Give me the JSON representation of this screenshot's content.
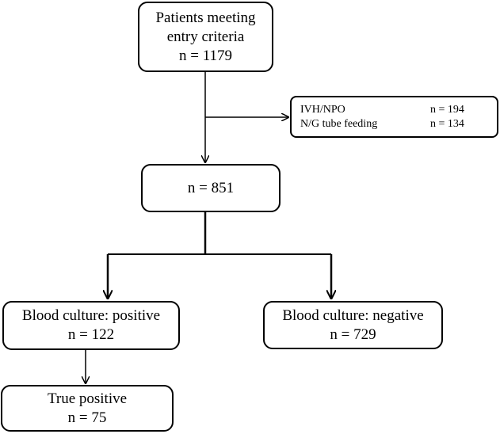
{
  "boxes": {
    "entry": {
      "line1": "Patients meeting",
      "line2": "entry criteria",
      "count": "n = 1179"
    },
    "excluded": {
      "rows": [
        {
          "label": "IVH/NPO",
          "count": "n = 194"
        },
        {
          "label": "N/G tube feeding",
          "count": "n = 134"
        }
      ]
    },
    "remaining": {
      "count": "n = 851"
    },
    "positive": {
      "label": "Blood culture: positive",
      "count": "n = 122"
    },
    "negative": {
      "label": "Blood culture: negative",
      "count": "n = 729"
    },
    "true_positive": {
      "label": "True positive",
      "count": "n = 75"
    }
  }
}
